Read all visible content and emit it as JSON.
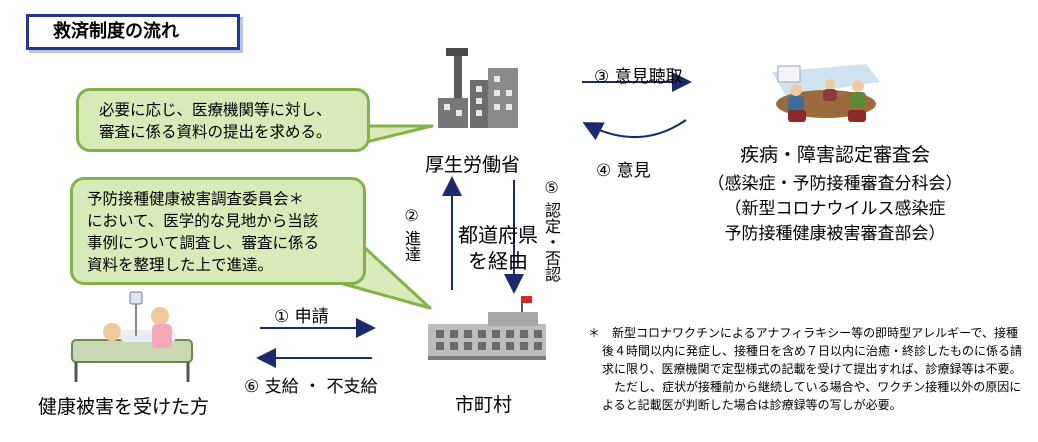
{
  "title": "救済制度の流れ",
  "ministry": "厚生労働省",
  "council": {
    "name": "疾病・障害認定審査会",
    "sub1": "（感染症・予防接種審査分科会）",
    "sub2": "（新型コロナウイルス感染症",
    "sub3": "予防接種健康被害審査部会）"
  },
  "municipality": "市町村",
  "person": "健康被害を受けた方",
  "via_prefecture": [
    "都道府県",
    "を経由"
  ],
  "steps": {
    "s1": "① 申請",
    "s2": "② 進達",
    "s3": "③ 意見聴取",
    "s4": "④ 意見",
    "s5": "⑤ 認定・否認",
    "s6": "⑥ 支給 ・ 不支給"
  },
  "callout1": [
    "必要に応じ、医療機関等に対し、",
    "審査に係る資料の提出を求める。"
  ],
  "callout2": [
    "予防接種健康被害調査委員会＊",
    "において、医学的な見地から当該",
    "事例について調査し、審査に係る",
    "資料を整理した上で進達。"
  ],
  "note": {
    "p1": "＊　新型コロナワクチンによるアナフィラキシー等の即時型アレルギーで、接種後４時間以内に発症し、接種日を含め７日以内に治癒・終診したものに係る請求に限り、医療機関で定型様式の記載を受けて提出すれば、診療録等は不要。",
    "p2": "ただし、症状が接種前から継続している場合や、ワクチン接種以外の原因によると記載医が判断した場合は診療録等の写しが必要。"
  },
  "colors": {
    "title_border": "#1f3a93",
    "callout_fill": "#d7eab7",
    "callout_border": "#83b24a"
  }
}
